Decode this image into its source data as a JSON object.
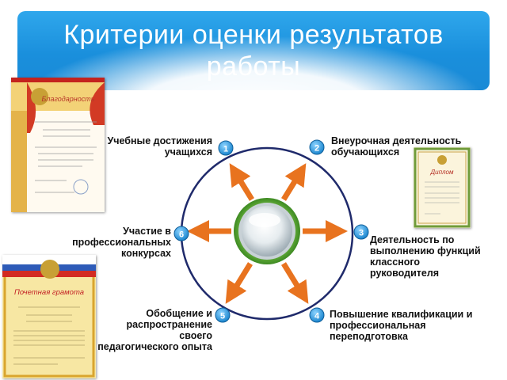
{
  "title": "Критерии оценки  результатов работы",
  "criteria": [
    {
      "num": "1",
      "label": "Учебные достижения учащихся"
    },
    {
      "num": "2",
      "label": "Внеурочная деятельность обучающихся"
    },
    {
      "num": "3",
      "label": "Деятельность по выполнению функций классного руководителя"
    },
    {
      "num": "4",
      "label": "Повышение квалификации и профессиональная переподготовка"
    },
    {
      "num": "5",
      "label": "Обобщение и распространение своего педагогического опыта"
    },
    {
      "num": "6",
      "label": "Участие в профессиональных конкурсах"
    }
  ],
  "label_lines": {
    "c1": [
      "Учебные достижения",
      "учащихся"
    ],
    "c2": [
      "Внеурочная деятельность",
      "обучающихся"
    ],
    "c3": [
      "Деятельность по",
      "выполнению функций",
      "классного",
      "руководителя"
    ],
    "c4": [
      "Повышение квалификации и",
      "профессиональная",
      "переподготовка"
    ],
    "c5": [
      "Обобщение и",
      "распространение",
      "своего",
      "педагогического опыта"
    ],
    "c6": [
      "Участие в",
      "профессиональных",
      "конкурсах"
    ]
  },
  "certificates": {
    "top_left": "Благодарность",
    "right": "Диплом",
    "bottom_left": "Почетная грамота"
  },
  "colors": {
    "title_blue": "#1e97e2",
    "circle_navy": "#1f2a6b",
    "arrow_orange": "#e8731f",
    "badge_blue": "#2ea0e0"
  }
}
